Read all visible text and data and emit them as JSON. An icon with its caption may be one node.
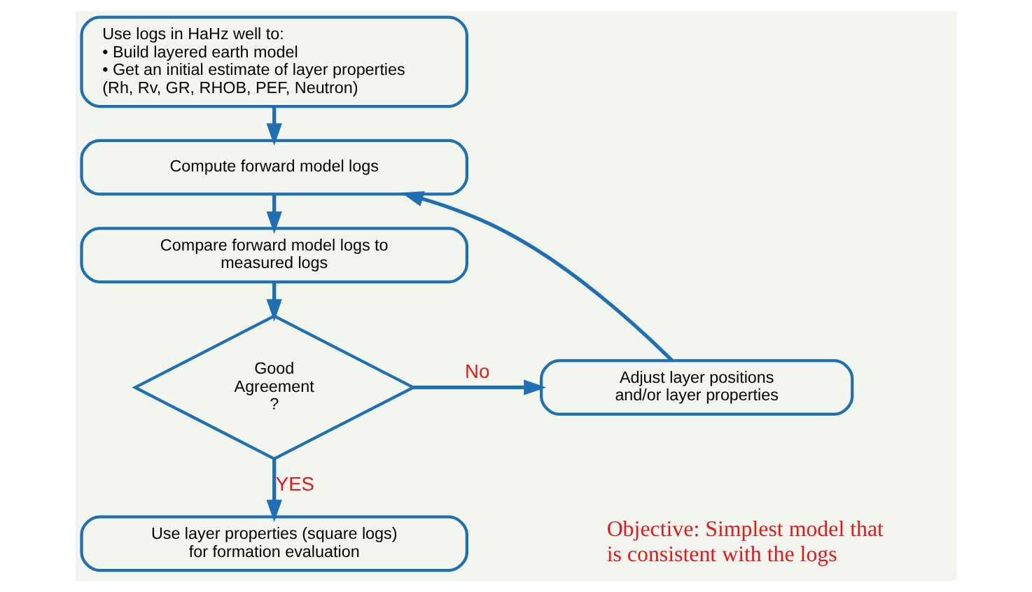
{
  "diagram": {
    "nodes": [
      {
        "text": [
          "Use logs in HaHz well to:",
          "• Build layered earth model",
          "• Get an initial estimate of layer properties (Rh, Rv, GR, RHOB, PEF, Neutron)"
        ]
      },
      {
        "text": [
          "Compute forward model logs"
        ]
      },
      {
        "text": [
          "Compare forward model logs to measured logs"
        ]
      },
      {
        "text": [
          "Good Agreement ?"
        ]
      },
      {
        "text": [
          "Adjust layer positions and/or layer properties"
        ]
      },
      {
        "text": [
          "Use layer properties (square logs) for formation evaluation"
        ]
      }
    ],
    "edges": [
      {
        "from": 0,
        "to": 1,
        "arrow": "to"
      },
      {
        "from": 1,
        "to": 2,
        "arrow": "to"
      },
      {
        "from": 2,
        "to": 3,
        "arrow": "to"
      },
      {
        "from": 3,
        "to": 4,
        "arrow": "to",
        "label": "No"
      },
      {
        "from": 4,
        "to": 1,
        "arrow": "to"
      },
      {
        "from": 3,
        "to": 5,
        "arrow": "to",
        "label": "YES"
      }
    ],
    "labels": [
      "Objective: Simplest model that is consistent with the logs"
    ]
  }
}
